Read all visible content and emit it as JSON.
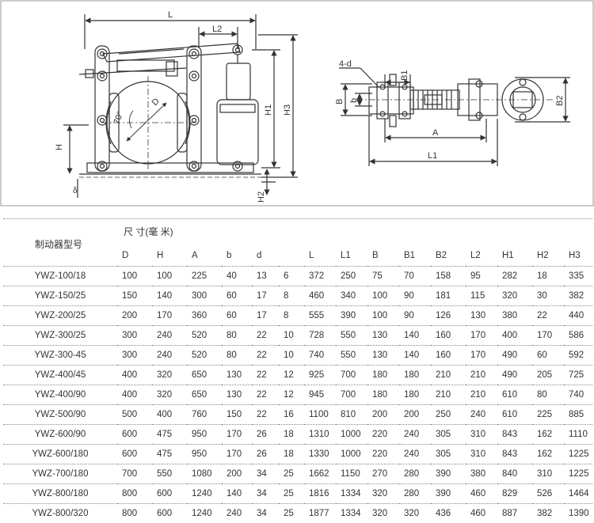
{
  "drawing": {
    "left_labels": {
      "L": "L",
      "L2": "L2",
      "D": "D",
      "angle": "70°",
      "H": "H",
      "delta": "δ",
      "H1": "H1",
      "H3": "H3",
      "H2": "H2"
    },
    "right_labels": {
      "four_d": "4-d",
      "B": "B",
      "b": "b",
      "B1": "B1",
      "A": "A",
      "L1": "L1",
      "B2": "B2"
    }
  },
  "table": {
    "model_header": "制动器型号",
    "size_header": "尺 寸(毫 米)",
    "columns": [
      "D",
      "H",
      "A",
      "b",
      "d",
      "",
      "L",
      "L1",
      "B",
      "B1",
      "B2",
      "L2",
      "H1",
      "H2",
      "H3"
    ],
    "rows": [
      [
        "YWZ-100/18",
        "100",
        "100",
        "225",
        "40",
        "13",
        "6",
        "372",
        "250",
        "75",
        "70",
        "158",
        "95",
        "282",
        "18",
        "335"
      ],
      [
        "YWZ-150/25",
        "150",
        "140",
        "300",
        "60",
        "17",
        "8",
        "460",
        "340",
        "100",
        "90",
        "181",
        "115",
        "320",
        "30",
        "382"
      ],
      [
        "YWZ-200/25",
        "200",
        "170",
        "360",
        "60",
        "17",
        "8",
        "555",
        "390",
        "100",
        "90",
        "126",
        "130",
        "380",
        "22",
        "440"
      ],
      [
        "YWZ-300/25",
        "300",
        "240",
        "520",
        "80",
        "22",
        "10",
        "728",
        "550",
        "130",
        "140",
        "160",
        "170",
        "400",
        "170",
        "586"
      ],
      [
        "YWZ-300-45",
        "300",
        "240",
        "520",
        "80",
        "22",
        "10",
        "740",
        "550",
        "130",
        "140",
        "160",
        "170",
        "490",
        "60",
        "592"
      ],
      [
        "YWZ-400/45",
        "400",
        "320",
        "650",
        "130",
        "22",
        "12",
        "925",
        "700",
        "180",
        "180",
        "210",
        "210",
        "490",
        "205",
        "725"
      ],
      [
        "YWZ-400/90",
        "400",
        "320",
        "650",
        "130",
        "22",
        "12",
        "945",
        "700",
        "180",
        "180",
        "210",
        "210",
        "610",
        "80",
        "740"
      ],
      [
        "YWZ-500/90",
        "500",
        "400",
        "760",
        "150",
        "22",
        "16",
        "1100",
        "810",
        "200",
        "200",
        "250",
        "240",
        "610",
        "225",
        "885"
      ],
      [
        "YWZ-600/90",
        "600",
        "475",
        "950",
        "170",
        "26",
        "18",
        "1310",
        "1000",
        "220",
        "240",
        "305",
        "310",
        "843",
        "162",
        "1110"
      ],
      [
        "YWZ-600/180",
        "600",
        "475",
        "950",
        "170",
        "26",
        "18",
        "1330",
        "1000",
        "220",
        "240",
        "305",
        "310",
        "843",
        "162",
        "1225"
      ],
      [
        "YWZ-700/180",
        "700",
        "550",
        "1080",
        "200",
        "34",
        "25",
        "1662",
        "1150",
        "270",
        "280",
        "390",
        "380",
        "840",
        "310",
        "1225"
      ],
      [
        "YWZ-800/180",
        "800",
        "600",
        "1240",
        "140",
        "34",
        "25",
        "1816",
        "1334",
        "320",
        "280",
        "390",
        "460",
        "829",
        "526",
        "1464"
      ],
      [
        "YWZ-800/320",
        "800",
        "600",
        "1240",
        "240",
        "34",
        "25",
        "1877",
        "1334",
        "320",
        "320",
        "436",
        "460",
        "887",
        "382",
        "1390"
      ]
    ]
  }
}
